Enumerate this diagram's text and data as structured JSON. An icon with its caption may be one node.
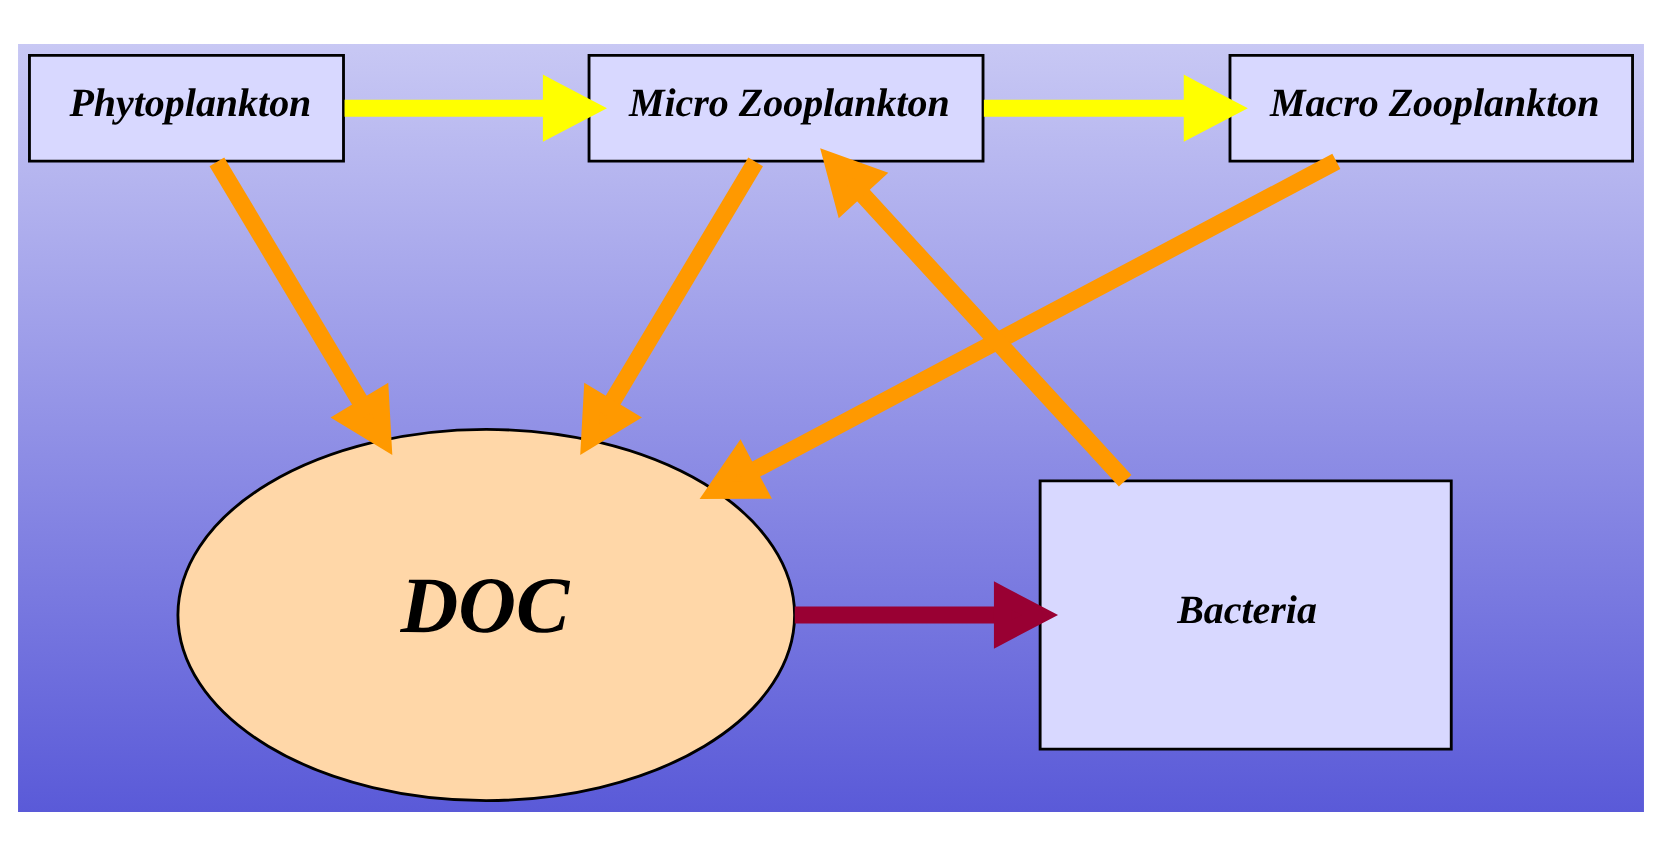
{
  "diagram": {
    "nodes": [
      {
        "text": [
          "Phytoplankton"
        ]
      },
      {
        "text": [
          "Micro Zooplankton"
        ]
      },
      {
        "text": [
          "Macro Zooplankton"
        ]
      },
      {
        "text": [
          "Bacteria"
        ]
      },
      {
        "text": [
          "DOC"
        ]
      }
    ],
    "edges": [
      {
        "from": 0,
        "to": 1,
        "arrow": "to",
        "color": "#ffff00"
      },
      {
        "from": 1,
        "to": 2,
        "arrow": "to",
        "color": "#ffff00"
      },
      {
        "from": 0,
        "to": 4,
        "arrow": "to"
      },
      {
        "from": 1,
        "to": 4,
        "arrow": "to"
      },
      {
        "from": 2,
        "to": 4,
        "arrow": "to"
      },
      {
        "from": 3,
        "to": 1,
        "arrow": "to"
      },
      {
        "from": 4,
        "to": 3,
        "arrow": "to",
        "color": "#990033"
      }
    ]
  }
}
